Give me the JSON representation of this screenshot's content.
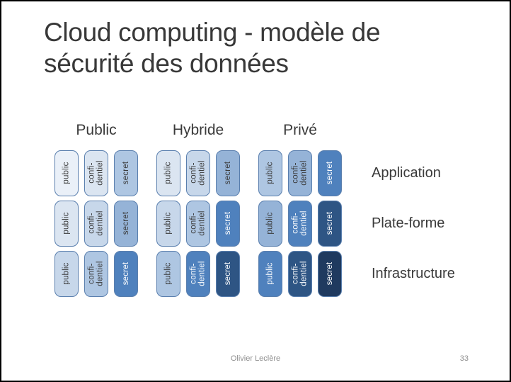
{
  "slide": {
    "title": "Cloud computing - modèle de sécurité des données",
    "footer_author": "Olivier Leclère",
    "footer_page": "33"
  },
  "diagram": {
    "column_headers": [
      "Public",
      "Hybride",
      "Privé"
    ],
    "security_levels": [
      "public",
      "confidentiel",
      "secret"
    ],
    "palette": [
      "#eaf0f8",
      "#dbe5f1",
      "#c7d7ea",
      "#aec6e2",
      "#95b3d7",
      "#4f81bd",
      "#2e5584",
      "#1f3a5f"
    ],
    "pill_border_color": "#5a7fae",
    "dark_text": "#3b3b3b",
    "light_text": "#ffffff",
    "white_text_min_shade": 5,
    "rows": [
      {
        "label": "Application",
        "groups": [
          {
            "deployment": "Public",
            "pills": [
              {
                "label": "public",
                "shade": 0
              },
              {
                "label": "confi-\ndentiel",
                "shade": 1
              },
              {
                "label": "secret",
                "shade": 3
              }
            ]
          },
          {
            "deployment": "Hybride",
            "pills": [
              {
                "label": "public",
                "shade": 1
              },
              {
                "label": "confi-\ndentiel",
                "shade": 2
              },
              {
                "label": "secret",
                "shade": 4
              }
            ]
          },
          {
            "deployment": "Privé",
            "pills": [
              {
                "label": "public",
                "shade": 3
              },
              {
                "label": "confi-\ndentiel",
                "shade": 4
              },
              {
                "label": "secret",
                "shade": 5
              }
            ]
          }
        ]
      },
      {
        "label": "Plate-forme",
        "groups": [
          {
            "deployment": "Public",
            "pills": [
              {
                "label": "public",
                "shade": 1
              },
              {
                "label": "confi-\ndentiel",
                "shade": 2
              },
              {
                "label": "secret",
                "shade": 4
              }
            ]
          },
          {
            "deployment": "Hybride",
            "pills": [
              {
                "label": "public",
                "shade": 2
              },
              {
                "label": "confi-\ndentiel",
                "shade": 3
              },
              {
                "label": "secret",
                "shade": 5
              }
            ]
          },
          {
            "deployment": "Privé",
            "pills": [
              {
                "label": "public",
                "shade": 4
              },
              {
                "label": "confi-\ndentiel",
                "shade": 5
              },
              {
                "label": "secret",
                "shade": 6
              }
            ]
          }
        ]
      },
      {
        "label": "Infrastructure",
        "groups": [
          {
            "deployment": "Public",
            "pills": [
              {
                "label": "public",
                "shade": 2
              },
              {
                "label": "confi-\ndentiel",
                "shade": 3
              },
              {
                "label": "secret",
                "shade": 5
              }
            ]
          },
          {
            "deployment": "Hybride",
            "pills": [
              {
                "label": "public",
                "shade": 3
              },
              {
                "label": "confi-\ndentiel",
                "shade": 5
              },
              {
                "label": "secret",
                "shade": 6
              }
            ]
          },
          {
            "deployment": "Privé",
            "pills": [
              {
                "label": "public",
                "shade": 5
              },
              {
                "label": "confi-\ndentiel",
                "shade": 6
              },
              {
                "label": "secret",
                "shade": 7
              }
            ]
          }
        ]
      }
    ]
  }
}
